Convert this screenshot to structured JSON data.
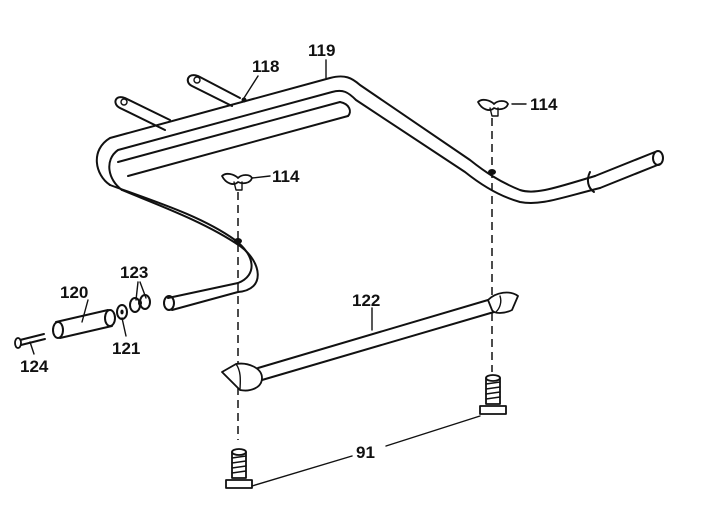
{
  "labels": {
    "l118": "118",
    "l119": "119",
    "l114a": "114",
    "l114b": "114",
    "l123": "123",
    "l120": "120",
    "l122": "122",
    "l121": "121",
    "l124": "124",
    "l91": "91"
  }
}
